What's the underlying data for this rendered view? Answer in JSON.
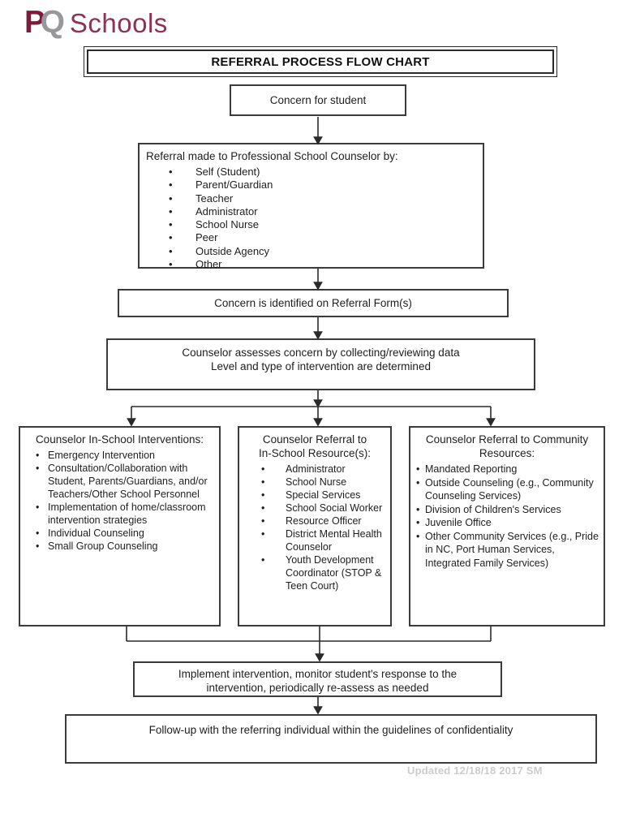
{
  "logo": {
    "p": "P",
    "q": "Q",
    "wordmark": "Schools"
  },
  "colors": {
    "logo_p": "#7a1c3b",
    "logo_q": "#97979c",
    "logo_wordmark": "#8e3254",
    "line": "#2a2a2a",
    "footer_text": "#cccccc"
  },
  "title": "REFERRAL PROCESS FLOW CHART",
  "nodes": {
    "concern": {
      "text": "Concern for student"
    },
    "referral": {
      "heading": "Referral made to Professional School Counselor by:",
      "items": [
        "Self (Student)",
        "Parent/Guardian",
        "Teacher",
        "Administrator",
        "School Nurse",
        "Peer",
        "Outside Agency",
        "Other"
      ]
    },
    "identified": {
      "text": "Concern is identified on Referral Form(s)"
    },
    "assess": {
      "lines": [
        "Counselor assesses concern by collecting/reviewing data",
        "Level and type of intervention are determined"
      ]
    },
    "implement": {
      "lines": [
        "Implement intervention, monitor student's response to the",
        "intervention, periodically re-assess as needed"
      ]
    },
    "followup": {
      "text": "Follow-up with the referring individual within the guidelines of confidentiality"
    }
  },
  "branches": [
    {
      "title_lines": [
        "Counselor In-School Interventions:"
      ],
      "items": [
        "Emergency Intervention",
        "Consultation/Collaboration with Student, Parents/Guardians, and/or Teachers/Other School Personnel",
        "Implementation of home/classroom intervention strategies",
        "Individual Counseling",
        "Small Group Counseling"
      ]
    },
    {
      "title_lines": [
        "Counselor Referral to",
        "In-School Resource(s):"
      ],
      "items": [
        "Administrator",
        "School Nurse",
        "Special Services",
        "School Social Worker",
        "Resource Officer",
        "District Mental Health Counselor",
        "Youth Development Coordinator (STOP & Teen Court)"
      ]
    },
    {
      "title_lines": [
        "Counselor Referral to Community",
        "Resources:"
      ],
      "items": [
        "Mandated Reporting",
        "Outside Counseling (e.g., Community Counseling Services)",
        "Division of Children's Services",
        "Juvenile Office",
        "Other Community Services (e.g., Pride in NC, Port Human Services, Integrated Family Services)"
      ]
    }
  ],
  "footer": "Updated 12/18/18 2017 SM",
  "ui": {
    "bullet": "•"
  }
}
